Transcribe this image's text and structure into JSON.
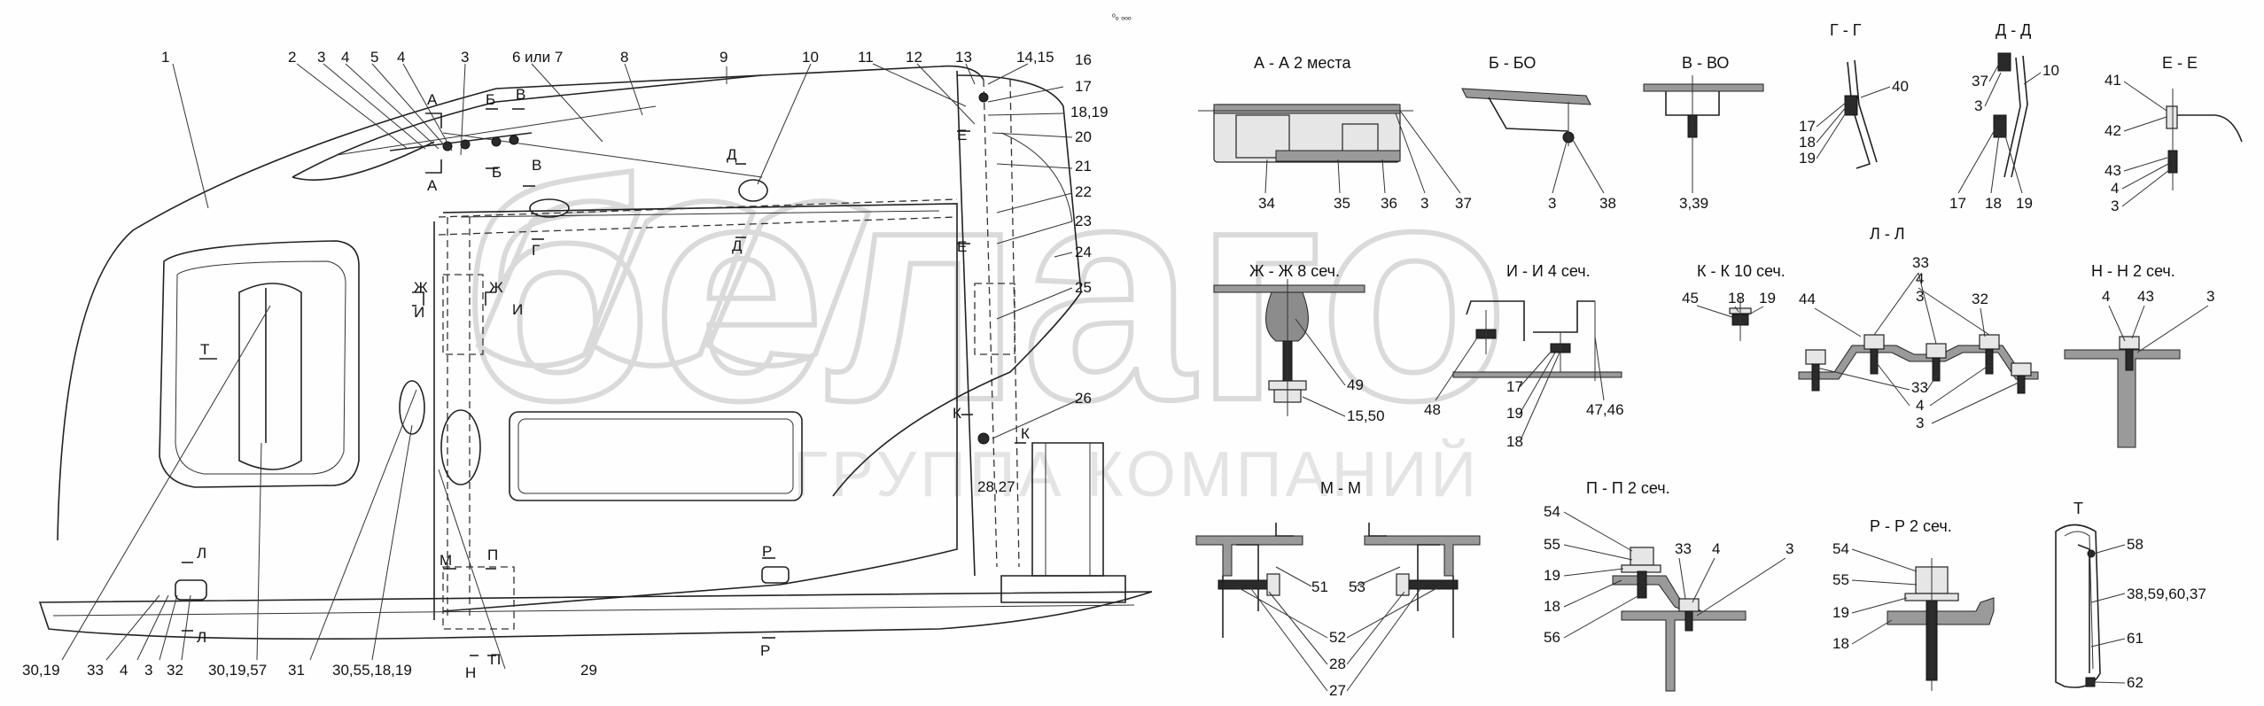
{
  "header_mark": "ᵒₒ ₒₒₒ",
  "watermark": {
    "logo_text": "белаго",
    "company": "ГРУППА КОМПАНИЙ"
  },
  "callouts": [
    {
      "id": "c1",
      "text": "1"
    },
    {
      "id": "c2",
      "text": "2"
    },
    {
      "id": "c3a",
      "text": "3"
    },
    {
      "id": "c4a",
      "text": "4"
    },
    {
      "id": "c5",
      "text": "5"
    },
    {
      "id": "c4b",
      "text": "4"
    },
    {
      "id": "c3b",
      "text": "3"
    },
    {
      "id": "c6",
      "text": "6 или 7"
    },
    {
      "id": "c8",
      "text": "8"
    },
    {
      "id": "c9",
      "text": "9"
    },
    {
      "id": "c10",
      "text": "10"
    },
    {
      "id": "c11",
      "text": "11"
    },
    {
      "id": "c12",
      "text": "12"
    },
    {
      "id": "c13",
      "text": "13"
    },
    {
      "id": "c14",
      "text": "14,15"
    },
    {
      "id": "c16",
      "text": "16"
    },
    {
      "id": "c17",
      "text": "17"
    },
    {
      "id": "c18",
      "text": "18,19"
    },
    {
      "id": "c20",
      "text": "20"
    },
    {
      "id": "c21",
      "text": "21"
    },
    {
      "id": "c22",
      "text": "22"
    },
    {
      "id": "c23",
      "text": "23"
    },
    {
      "id": "c24",
      "text": "24"
    },
    {
      "id": "c25",
      "text": "25"
    },
    {
      "id": "c26",
      "text": "26"
    },
    {
      "id": "c28",
      "text": "28,27"
    },
    {
      "id": "c29",
      "text": "29"
    },
    {
      "id": "c30a",
      "text": "30,19"
    },
    {
      "id": "c33b",
      "text": "33"
    },
    {
      "id": "c4c",
      "text": "4"
    },
    {
      "id": "c3c",
      "text": "3"
    },
    {
      "id": "c32",
      "text": "32"
    },
    {
      "id": "c30b",
      "text": "30,19,57"
    },
    {
      "id": "c31",
      "text": "31"
    },
    {
      "id": "c30c",
      "text": "30,55,18,19"
    }
  ],
  "section_marks": [
    {
      "id": "mA1",
      "text": "А"
    },
    {
      "id": "mA2",
      "text": "А"
    },
    {
      "id": "mB1",
      "text": "Б"
    },
    {
      "id": "mB2",
      "text": "Б"
    },
    {
      "id": "mV1",
      "text": "В"
    },
    {
      "id": "mV2",
      "text": "В"
    },
    {
      "id": "mG",
      "text": "Г"
    },
    {
      "id": "mD1",
      "text": "Д"
    },
    {
      "id": "mD2",
      "text": "Д"
    },
    {
      "id": "mE1",
      "text": "Е"
    },
    {
      "id": "mE2",
      "text": "Е"
    },
    {
      "id": "mZh1",
      "text": "Ж"
    },
    {
      "id": "mZh2",
      "text": "Ж"
    },
    {
      "id": "mI1",
      "text": "И"
    },
    {
      "id": "mI2",
      "text": "И"
    },
    {
      "id": "mK1",
      "text": "К"
    },
    {
      "id": "mK2",
      "text": "К"
    },
    {
      "id": "mL1",
      "text": "Л"
    },
    {
      "id": "mL2",
      "text": "Л"
    },
    {
      "id": "mM",
      "text": "М"
    },
    {
      "id": "mN",
      "text": "Н"
    },
    {
      "id": "mP1",
      "text": "П"
    },
    {
      "id": "mP2",
      "text": "П"
    },
    {
      "id": "mR1",
      "text": "Р"
    },
    {
      "id": "mR2",
      "text": "Р"
    },
    {
      "id": "mT",
      "text": "Т"
    }
  ],
  "sections": [
    {
      "id": "AA",
      "title": "А - А 2 места",
      "labels": [
        "34",
        "35",
        "36",
        "3",
        "37"
      ]
    },
    {
      "id": "BB",
      "title": "Б - БО",
      "labels": [
        "3",
        "38"
      ]
    },
    {
      "id": "VV",
      "title": "В - ВО",
      "labels": [
        "3,39"
      ]
    },
    {
      "id": "GG",
      "title": "Г - Г",
      "labels": [
        "40",
        "17",
        "18",
        "19"
      ]
    },
    {
      "id": "DD",
      "title": "Д - Д",
      "labels": [
        "37",
        "3",
        "10",
        "17",
        "18",
        "19"
      ]
    },
    {
      "id": "EE",
      "title": "Е - Е",
      "labels": [
        "41",
        "42",
        "43",
        "4",
        "3"
      ]
    },
    {
      "id": "ZhZh",
      "title": "Ж - Ж 8 сеч.",
      "labels": [
        "49",
        "15,50"
      ]
    },
    {
      "id": "II",
      "title": "И - И 4 сеч.",
      "labels": [
        "48",
        "17",
        "19",
        "18",
        "47,46"
      ]
    },
    {
      "id": "KK",
      "title": "К - К 10 сеч.",
      "labels": [
        "45",
        "18",
        "19"
      ]
    },
    {
      "id": "LL",
      "title": "Л - Л",
      "labels": [
        "33",
        "4",
        "3",
        "44",
        "32",
        "33",
        "4",
        "3"
      ]
    },
    {
      "id": "NN",
      "title": "Н - Н 2 сеч.",
      "labels": [
        "4",
        "43",
        "3"
      ]
    },
    {
      "id": "MM",
      "title": "М - М",
      "labels": [
        "51",
        "53",
        "52",
        "28",
        "27"
      ]
    },
    {
      "id": "PP",
      "title": "П - П 2 сеч.",
      "labels": [
        "54",
        "55",
        "19",
        "18",
        "56",
        "33",
        "4",
        "3"
      ]
    },
    {
      "id": "RR",
      "title": "Р - Р 2 сеч.",
      "labels": [
        "54",
        "55",
        "19",
        "18"
      ]
    },
    {
      "id": "T",
      "title": "Т",
      "labels": [
        "58",
        "38,59,60,37",
        "61",
        "62"
      ]
    }
  ]
}
